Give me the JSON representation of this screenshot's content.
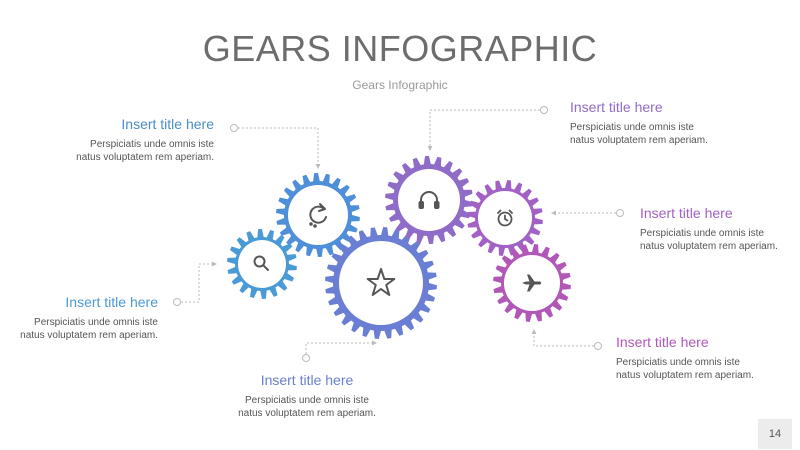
{
  "slide": {
    "title": "GEARS INFOGRAPHIC",
    "subtitle": "Gears Infographic",
    "page_number": "14"
  },
  "colors": {
    "gear_search": "#4a9ad6",
    "gear_refresh": "#4f8ed8",
    "gear_star": "#6a7fd4",
    "gear_headphones": "#8f6cc8",
    "gear_alarm": "#a261c4",
    "gear_plane": "#b157b8",
    "connector": "#bbbbbb"
  },
  "blocks": [
    {
      "id": "top-left",
      "title": "Insert title here",
      "color": "#4a8cc9",
      "body": "Perspiciatis unde omnis iste natus voluptatem rem aperiam."
    },
    {
      "id": "mid-left",
      "title": "Insert title here",
      "color": "#4a9ad6",
      "body": "Perspiciatis unde omnis iste natus voluptatem rem aperiam."
    },
    {
      "id": "bottom-center",
      "title": "Insert title here",
      "color": "#6a7fd4",
      "body": "Perspiciatis unde omnis iste natus voluptatem rem aperiam."
    },
    {
      "id": "top-right",
      "title": "Insert title here",
      "color": "#8f6cc8",
      "body": "Perspiciatis unde omnis iste natus voluptatem rem aperiam."
    },
    {
      "id": "mid-right",
      "title": "Insert title here",
      "color": "#a261c4",
      "body": "Perspiciatis unde omnis iste natus voluptatem rem aperiam."
    },
    {
      "id": "bottom-right",
      "title": "Insert title here",
      "color": "#b157b8",
      "body": "Perspiciatis unde omnis iste natus voluptatem rem aperiam."
    }
  ],
  "gears": [
    {
      "name": "search-gear",
      "icon": "search-icon",
      "color": "#4a9ad6"
    },
    {
      "name": "refresh-gear",
      "icon": "refresh-icon",
      "color": "#4f8ed8"
    },
    {
      "name": "star-gear",
      "icon": "star-icon",
      "color": "#6a7fd4"
    },
    {
      "name": "headphones-gear",
      "icon": "headphones-icon",
      "color": "#8f6cc8"
    },
    {
      "name": "alarm-clock-gear",
      "icon": "alarm-clock-icon",
      "color": "#a261c4"
    },
    {
      "name": "airplane-gear",
      "icon": "airplane-icon",
      "color": "#b157b8"
    }
  ]
}
